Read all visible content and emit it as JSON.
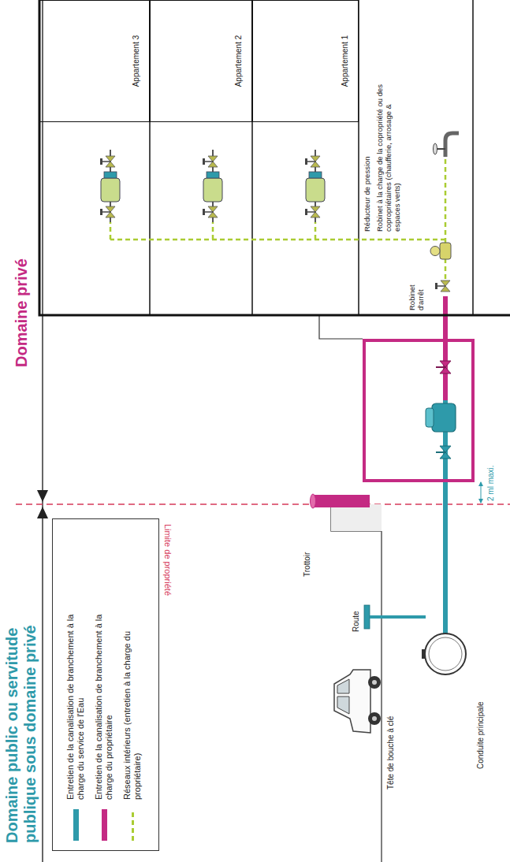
{
  "diagram": {
    "nodes": [
      {
        "text": [
          "Appartement 3"
        ]
      },
      {
        "text": [
          "Appartement 2"
        ]
      },
      {
        "text": [
          "Appartement 1"
        ]
      }
    ],
    "labels": [
      "Domaine public ou servitude publique sous domaine privé",
      "Domaine privé",
      "Limite de propriété",
      "Trottoir",
      "Route",
      "Tête de bouche à clé",
      "Conduite principale",
      "2 ml maxi.",
      "Robinet d'arrêt",
      "Réducteur de pression",
      "Robinet à la charge de la copropriété ou des copropriétaires (chaufferie, arrosage & espaces verts)"
    ],
    "legend": [
      {
        "text": "Entretien de la canalisation de branchement à la charge du service de l'Eau",
        "color": "#2e9aaa"
      },
      {
        "text": "Entretien de la canalisation de branchement à la charge du propriétaire",
        "color": "#c42a83"
      },
      {
        "text": "Réseaux intérieurs (entretien à la charge du propriétaire)"
      }
    ]
  }
}
